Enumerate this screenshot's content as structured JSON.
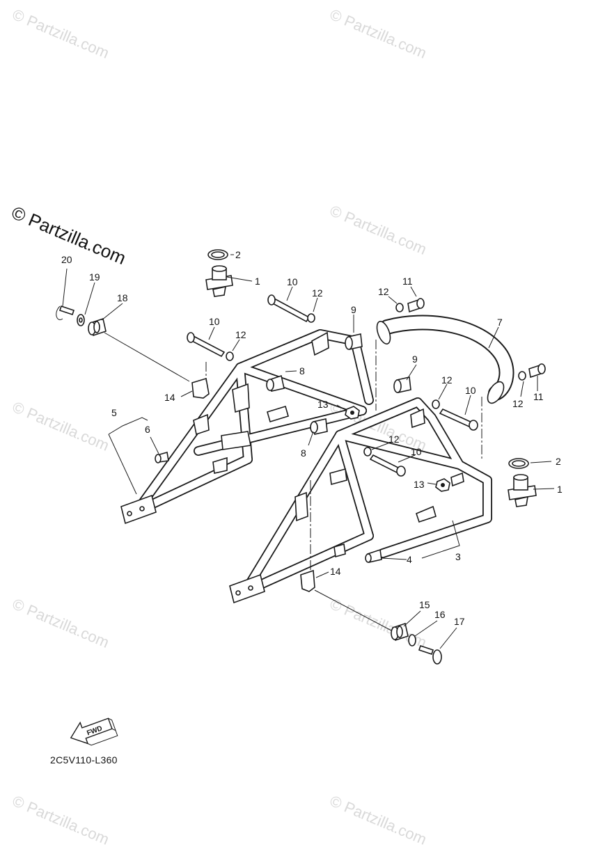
{
  "watermark": {
    "text": "© Partzilla.com"
  },
  "diagram_code": "2C5V110-L360",
  "fwd_label": "FWD",
  "callouts": {
    "c1a": "1",
    "c1b": "1",
    "c2a": "2",
    "c2b": "2",
    "c3": "3",
    "c4": "4",
    "c5": "5",
    "c6": "6",
    "c7": "7",
    "c8a": "8",
    "c8b": "8",
    "c9a": "9",
    "c9b": "9",
    "c10a": "10",
    "c10b": "10",
    "c10c": "10",
    "c10d": "10",
    "c11a": "11",
    "c11b": "11",
    "c12a": "12",
    "c12b": "12",
    "c12c": "12",
    "c12d": "12",
    "c12e": "12",
    "c13a": "13",
    "c13b": "13",
    "c14a": "14",
    "c14b": "14",
    "c15": "15",
    "c16": "16",
    "c17": "17",
    "c18": "18",
    "c19": "19",
    "c20": "20"
  }
}
